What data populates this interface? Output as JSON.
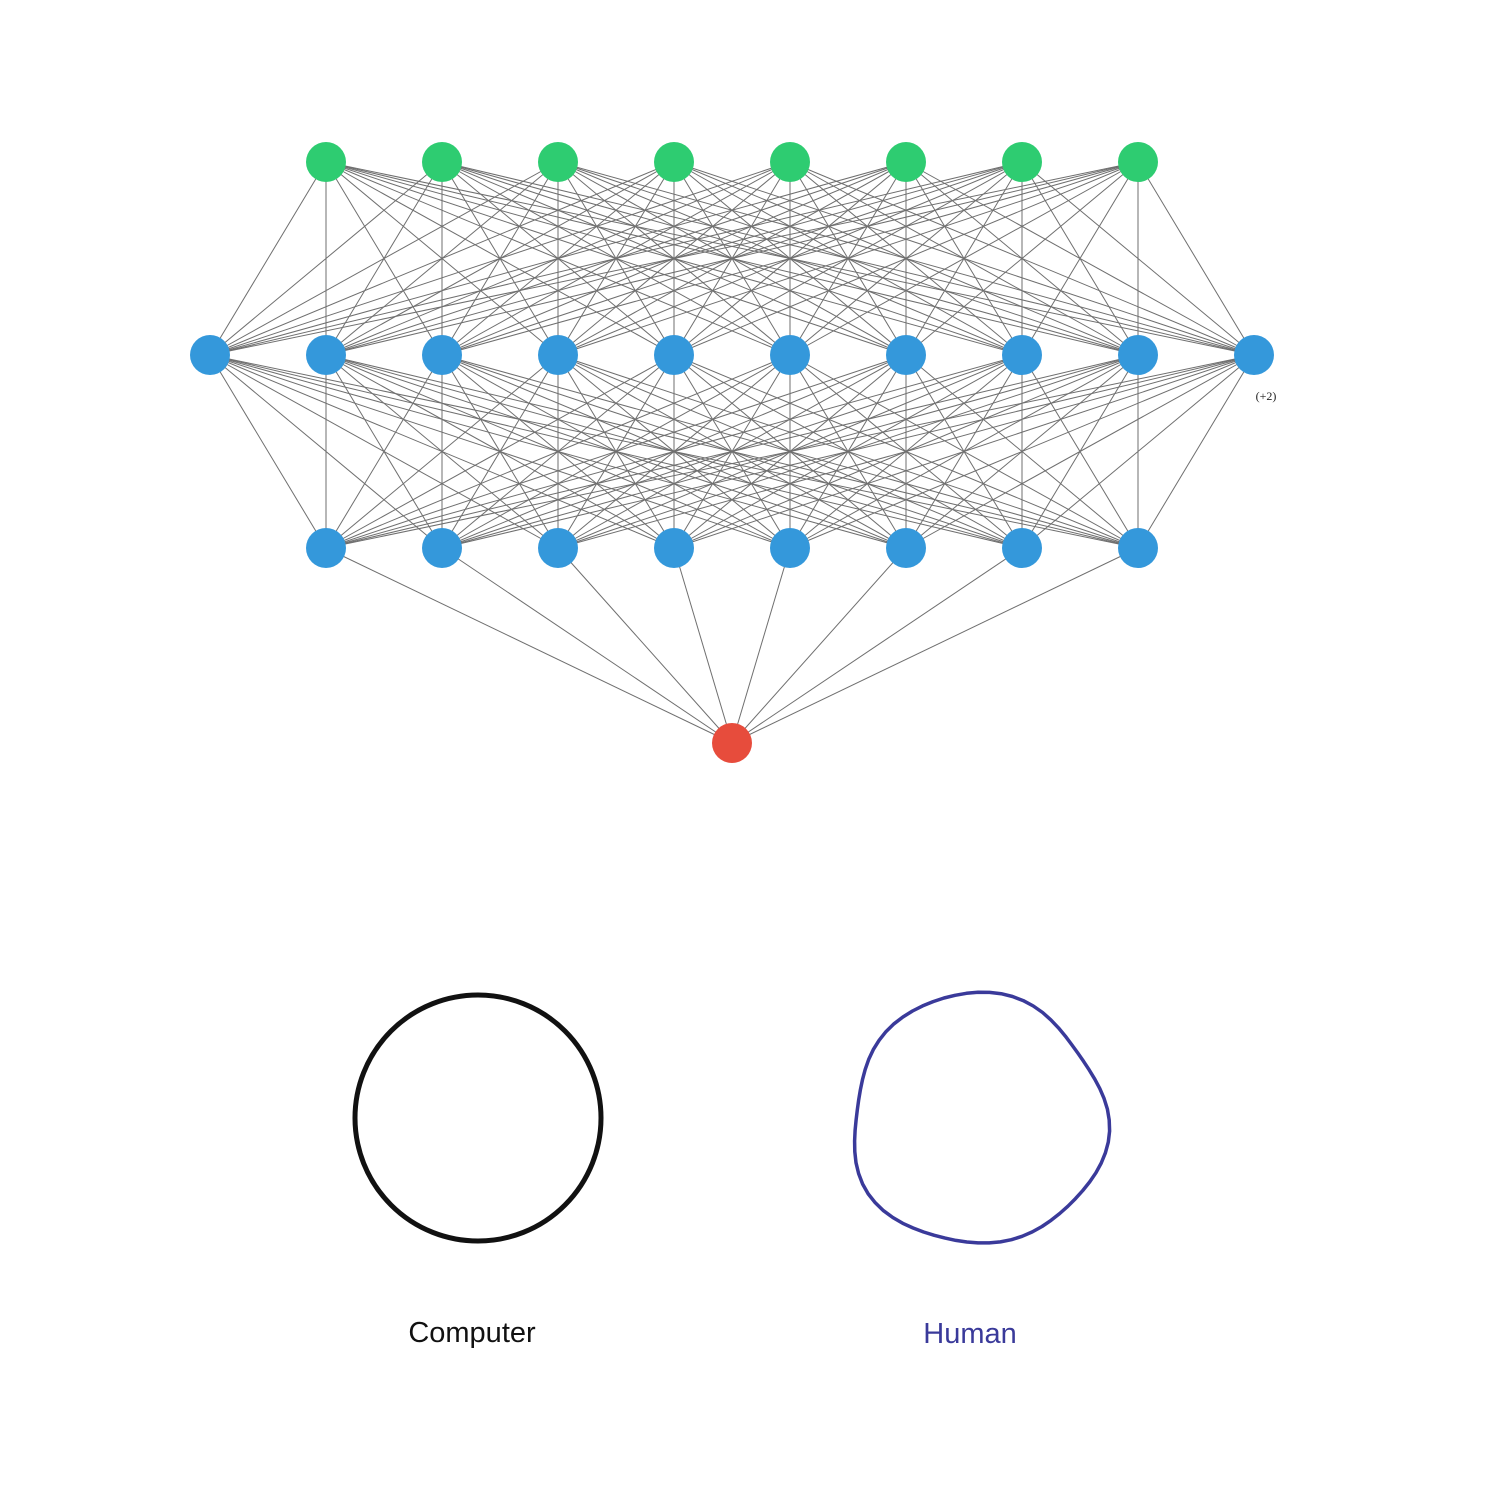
{
  "network": {
    "layers": [
      {
        "name": "input-layer",
        "count": 8,
        "color": "#2ecc71"
      },
      {
        "name": "hidden-layer-1",
        "count": 10,
        "color": "#3498db"
      },
      {
        "name": "hidden-layer-2",
        "count": 8,
        "color": "#3498db"
      },
      {
        "name": "output-layer",
        "count": 1,
        "color": "#e74c3c"
      }
    ],
    "edge_color": "#6f6f6f",
    "overflow_note": "(+2)"
  },
  "comparison": {
    "computer": {
      "label": "Computer",
      "color": "#111111"
    },
    "human": {
      "label": "Human",
      "color": "#3a3a9a"
    }
  }
}
